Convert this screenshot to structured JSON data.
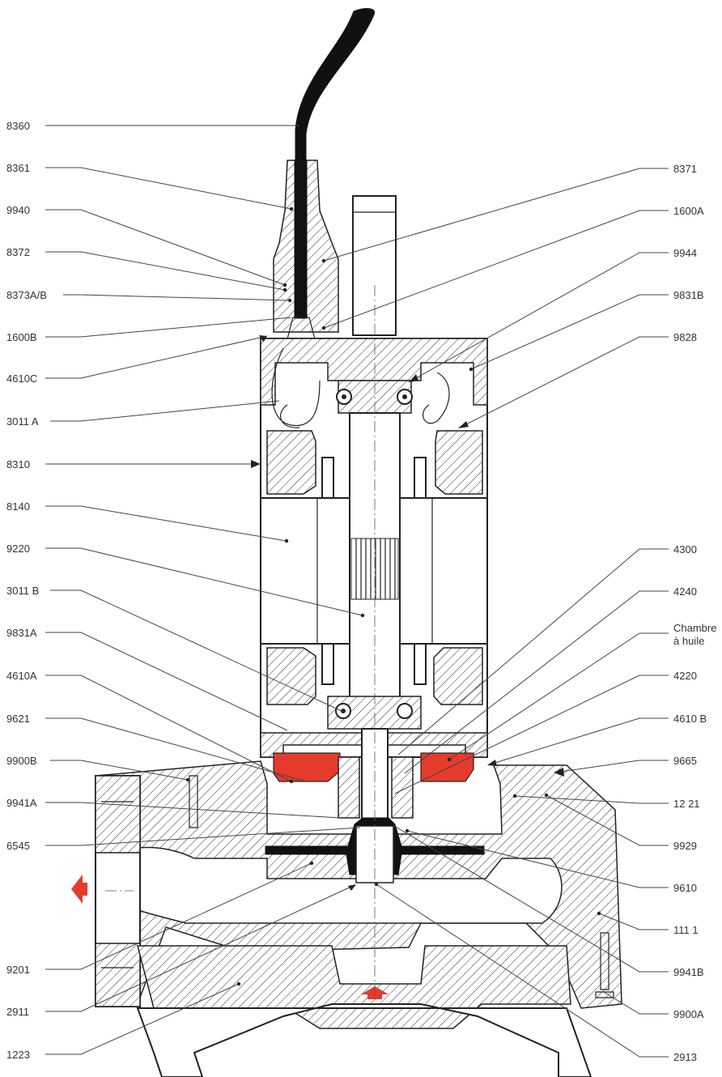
{
  "labels_left": [
    {
      "id": "8360",
      "text": "8360"
    },
    {
      "id": "8361",
      "text": "8361"
    },
    {
      "id": "9940",
      "text": "9940"
    },
    {
      "id": "8372",
      "text": "8372"
    },
    {
      "id": "8373AB",
      "text": "8373A/B"
    },
    {
      "id": "1600B",
      "text": "1600B"
    },
    {
      "id": "4610C",
      "text": "4610C"
    },
    {
      "id": "3011A",
      "text": "3011 A"
    },
    {
      "id": "8310",
      "text": "8310"
    },
    {
      "id": "8140",
      "text": "8140"
    },
    {
      "id": "9220",
      "text": "9220"
    },
    {
      "id": "3011B",
      "text": "3011 B"
    },
    {
      "id": "9831A",
      "text": "9831A"
    },
    {
      "id": "4610A",
      "text": "4610A"
    },
    {
      "id": "9621",
      "text": "9621"
    },
    {
      "id": "9900B",
      "text": "9900B"
    },
    {
      "id": "9941A",
      "text": "9941A"
    },
    {
      "id": "6545",
      "text": "6545"
    },
    {
      "id": "9201",
      "text": "9201"
    },
    {
      "id": "2911",
      "text": "2911"
    },
    {
      "id": "1223",
      "text": "1223"
    }
  ],
  "labels_right": [
    {
      "id": "8371",
      "text": "8371"
    },
    {
      "id": "1600A",
      "text": "1600A"
    },
    {
      "id": "9944",
      "text": "9944"
    },
    {
      "id": "9831B",
      "text": "9831B"
    },
    {
      "id": "9828",
      "text": "9828"
    },
    {
      "id": "4300",
      "text": "4300"
    },
    {
      "id": "4240",
      "text": "4240"
    },
    {
      "id": "chambre1",
      "text": "Chambre"
    },
    {
      "id": "chambre2",
      "text": "à huile"
    },
    {
      "id": "4220",
      "text": "4220"
    },
    {
      "id": "4610B",
      "text": "4610 B"
    },
    {
      "id": "9665",
      "text": "9665"
    },
    {
      "id": "1221",
      "text": "12 21"
    },
    {
      "id": "9929",
      "text": "9929"
    },
    {
      "id": "9610",
      "text": "9610"
    },
    {
      "id": "1111",
      "text": "111 1"
    },
    {
      "id": "9941B",
      "text": "9941B"
    },
    {
      "id": "9900A",
      "text": "9900A"
    },
    {
      "id": "2913",
      "text": "2913"
    }
  ],
  "colors": {
    "highlight": "#e53b2c",
    "line": "#222222",
    "label": "#333333",
    "cable": "#111111"
  }
}
